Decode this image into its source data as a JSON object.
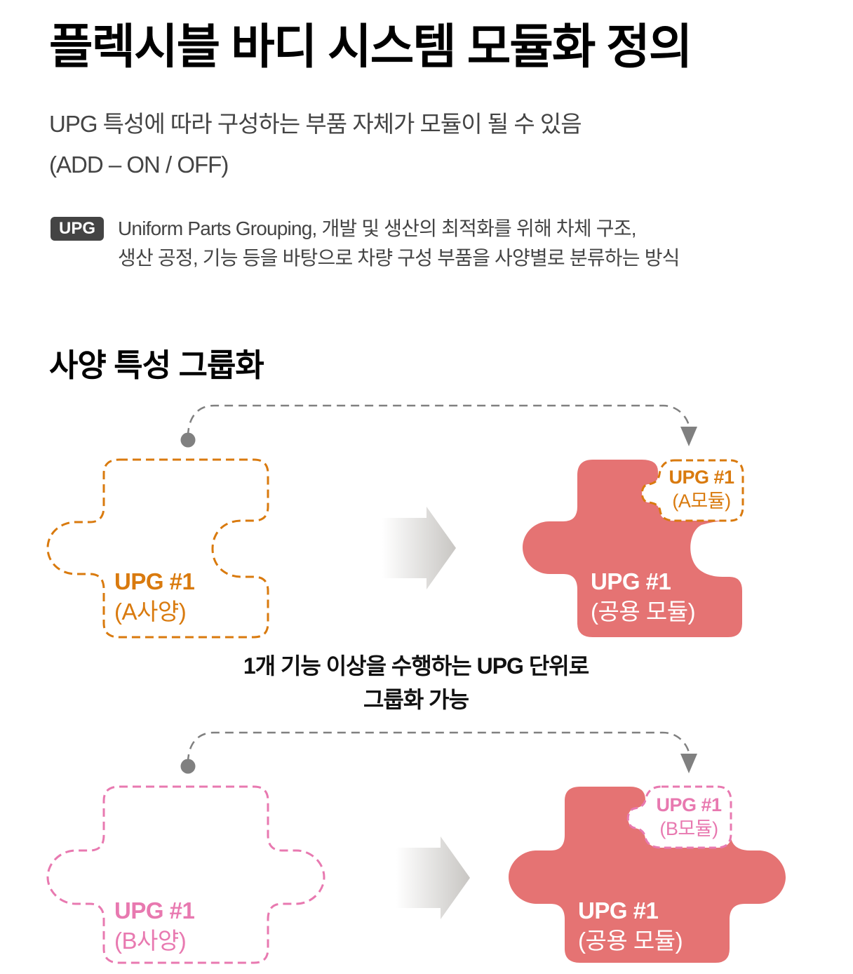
{
  "header": {
    "title": "플렉시블 바디 시스템 모듈화 정의",
    "subtitle_line1": "UPG 특성에 따라 구성하는 부품 자체가 모듈이 될 수 있음",
    "subtitle_line2": "(ADD – ON / OFF)"
  },
  "note": {
    "badge": "UPG",
    "line1": "Uniform Parts Grouping, 개발 및 생산의 최적화를 위해 차체 구조,",
    "line2": "생산 공정, 기능 등을 바탕으로 차량 구성 부품을 사양별로 분류하는 방식"
  },
  "section": {
    "title": "사양 특성 그룹화"
  },
  "diagram_a": {
    "spec_label": "UPG #1",
    "spec_sub": "(A사양)",
    "module_label": "UPG #1",
    "module_sub": "(A모듈)",
    "shared_label": "UPG #1",
    "shared_sub": "(공용 모듈)"
  },
  "caption": {
    "line1": "1개 기능 이상을 수행하는 UPG 단위로",
    "line2": "그룹화 가능"
  },
  "diagram_b": {
    "spec_label": "UPG #1",
    "spec_sub": "(B사양)",
    "module_label": "UPG #1",
    "module_sub": "(B모듈)",
    "shared_label": "UPG #1",
    "shared_sub": "(공용 모듈)"
  },
  "colors": {
    "orange": "#d97a0e",
    "pink": "#e879b0",
    "coral": "#e57373",
    "connector_gray": "#808080",
    "badge_bg": "#444444"
  }
}
